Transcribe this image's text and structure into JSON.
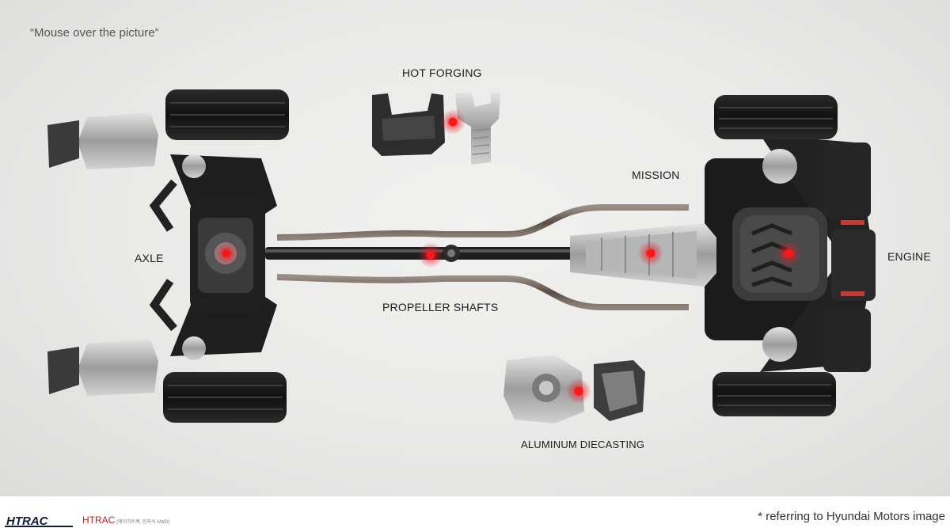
{
  "hint": "“Mouse over the picture”",
  "labels": {
    "hot_forging": "HOT FORGING",
    "mission": "MISSION",
    "axle": "AXLE",
    "engine": "ENGINE",
    "propeller_shafts": "PROPELLER SHAFTS",
    "aluminum_diecasting": "ALUMINUM DIECASTING"
  },
  "footer": {
    "logo_text": "HTRAC",
    "brand": "HTRAC",
    "brand_sub": "(에이치트랙, 전자식 AWD)",
    "note": "* referring to Hyundai Motors image"
  },
  "colors": {
    "hotspot": "#e8222a",
    "brand": "#c8211f",
    "background": "#e9e9e8"
  }
}
